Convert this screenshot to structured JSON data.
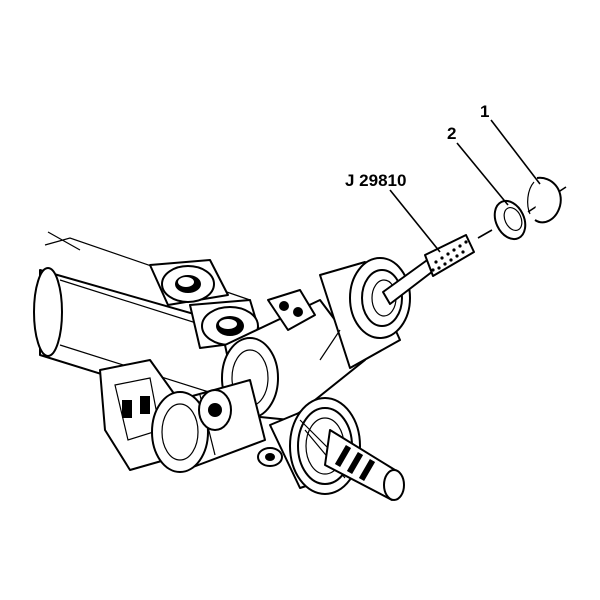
{
  "callouts": {
    "tool": "J 29810",
    "item_1": "1",
    "item_2": "2"
  }
}
